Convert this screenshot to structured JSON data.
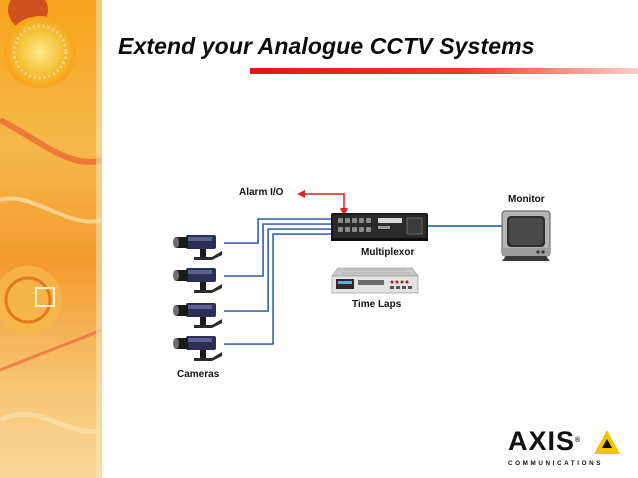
{
  "slide": {
    "title": "Extend your Analogue CCTV Systems"
  },
  "diagram": {
    "labels": {
      "alarm": "Alarm I/O",
      "monitor": "Monitor",
      "multiplexor": "Multiplexor",
      "time_laps": "Time Laps",
      "cameras": "Cameras"
    },
    "camera_count": 4,
    "colors": {
      "cable": "#1f4fa8",
      "alarm_line": "#e02020"
    }
  },
  "logo": {
    "wordmark": "AXIS",
    "registered": "®",
    "tagline": "COMMUNICATIONS",
    "accent": "#f2c500"
  },
  "background": {
    "accent_colors": [
      "#f7941d",
      "#f4b942",
      "#e8462a"
    ]
  }
}
